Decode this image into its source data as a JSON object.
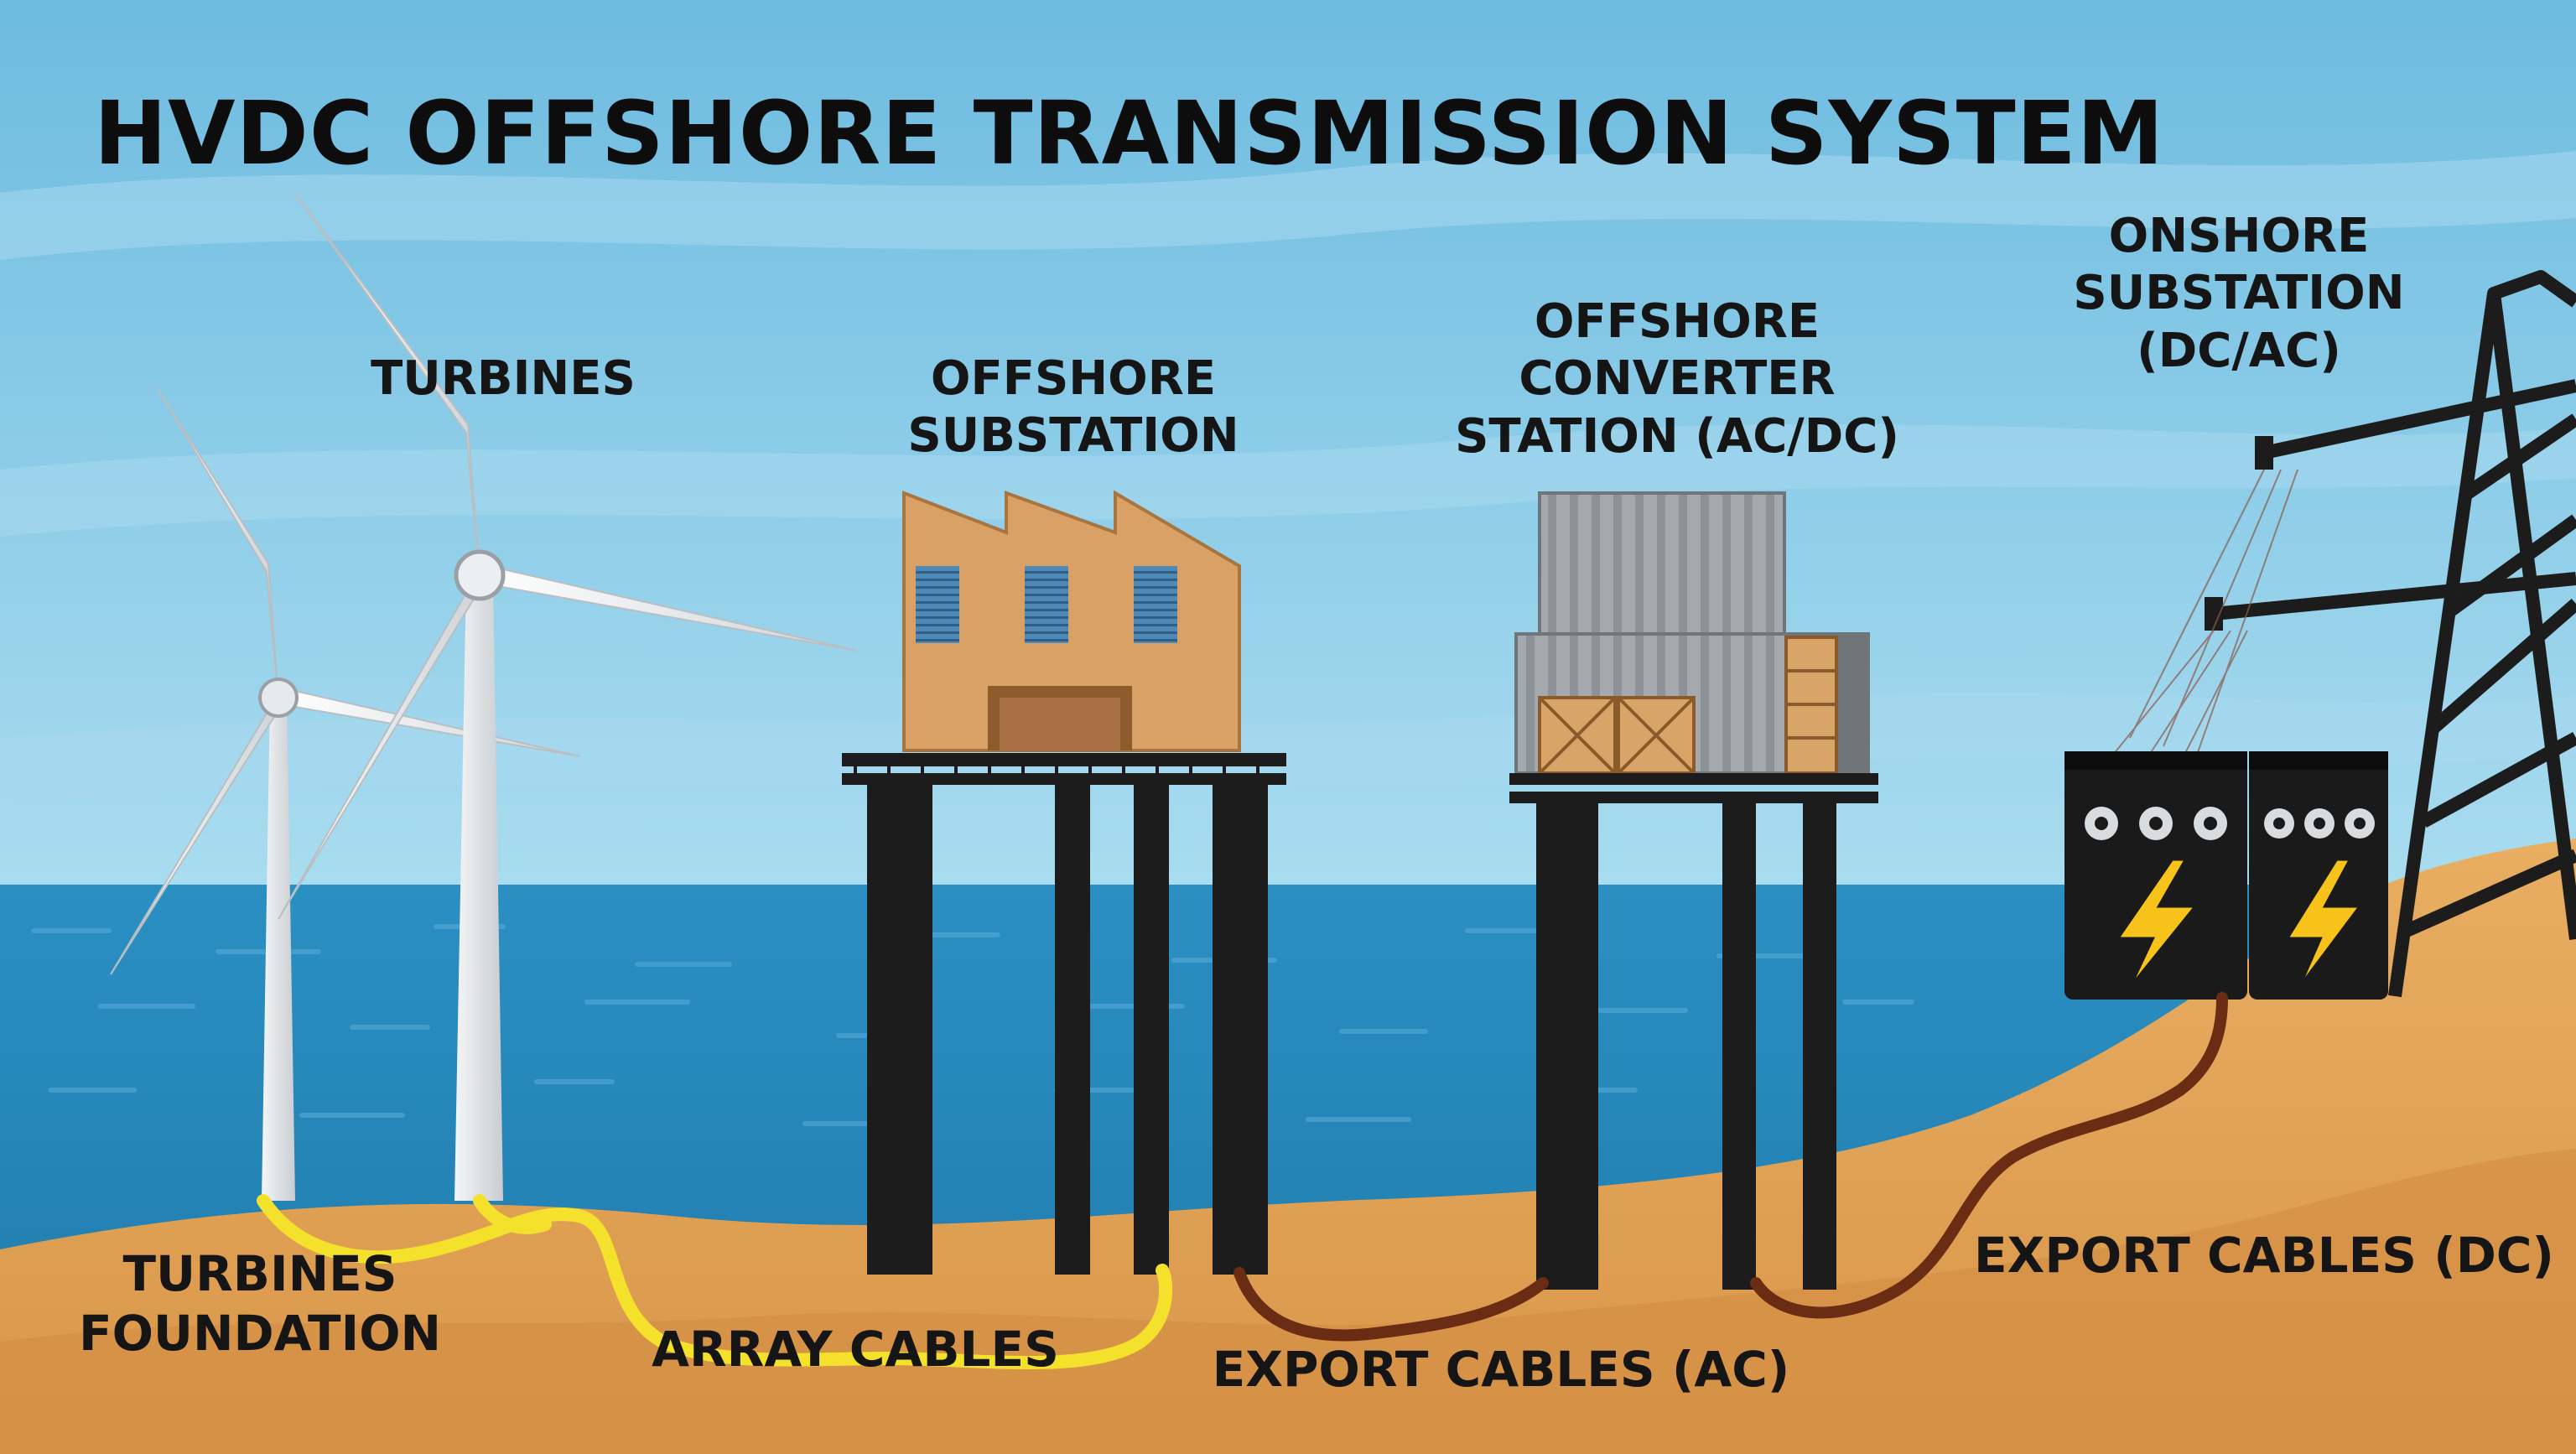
{
  "title": "HVDC OFFSHORE TRANSMISSION SYSTEM",
  "labels": {
    "turbines": "TURBINES",
    "offshore_substation": "OFFSHORE\nSUBSTATION",
    "offshore_converter": "OFFSHORE\nCONVERTER\nSTATION (AC/DC)",
    "onshore_substation": "ONSHORE\nSUBSTATION\n(DC/AC)",
    "turbines_foundation": "TURBINES\nFOUNDATION",
    "array_cables": "ARRAY CABLES",
    "export_ac": "EXPORT CABLES (AC)",
    "export_dc": "EXPORT CABLES (DC)"
  },
  "colors": {
    "sky": "#7fc4e4",
    "sea": "#2f8fc0",
    "sand": "#e3a55a",
    "array_cable": "#f3e12c",
    "export_cable": "#6b2c14",
    "building": "#d9a165",
    "platform": "#1c1c1c",
    "container": "#9da3a6",
    "bolt": "#f7c21a"
  },
  "icons": {
    "turbine": "wind-turbine-icon",
    "substation": "factory-building-icon",
    "converter": "shipping-container-icon",
    "transformer": "lightning-bolt-icon",
    "pylon": "transmission-tower-icon"
  }
}
